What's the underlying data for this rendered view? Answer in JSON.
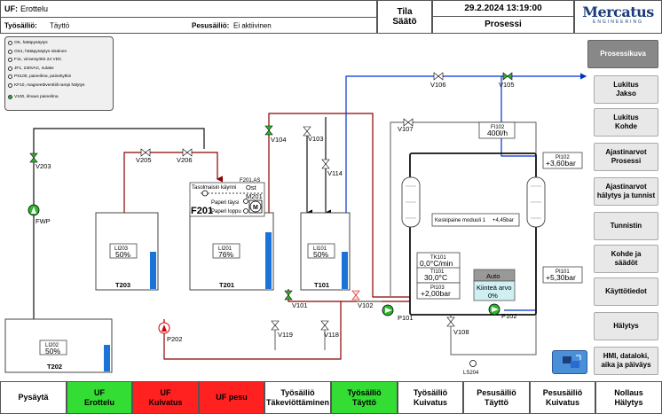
{
  "header": {
    "uf_prefix": "UF:",
    "uf_value": "Erottelu",
    "tyosailio_prefix": "Työsäiliö:",
    "tyosailio_value": "Täyttö",
    "pesusailio_prefix": "Pesusäiliö:",
    "pesusailio_value": "Ei aktiivinen",
    "tila_line1": "Tila",
    "tila_line2": "Säätö",
    "datetime": "29.2.2024 13:19:00",
    "view": "Prosessi",
    "logo_name": "Mercatus",
    "logo_sub": "ENGINEERING"
  },
  "legend": [
    {
      "text": "OK, hätäpysäytys",
      "color": "white"
    },
    {
      "text": "OS1, hätäpysäytys sisäinen",
      "color": "white"
    },
    {
      "text": "F11, virransyöttö 24 VDC",
      "color": "white"
    },
    {
      "text": "JF1, 230VAC, sulake",
      "color": "white"
    },
    {
      "text": "PS100, paineilma, painekytkin",
      "color": "white"
    },
    {
      "text": "KF10, magneettiventtiili rampi hälytys",
      "color": "white"
    },
    {
      "text": "V100, ilmaus paineilma",
      "color": "green"
    }
  ],
  "nav": [
    {
      "l1": "Prosessikuva",
      "l2": "",
      "active": true
    },
    {
      "l1": "Lukitus",
      "l2": "Jakso"
    },
    {
      "l1": "Lukitus",
      "l2": "Kohde"
    },
    {
      "l1": "Ajastinarvot",
      "l2": "Prosessi"
    },
    {
      "l1": "Ajastinarvot",
      "l2": "hälytys ja tunnist"
    },
    {
      "l1": "Tunnistin",
      "l2": ""
    },
    {
      "l1": "Kohde ja",
      "l2": "säädöt"
    },
    {
      "l1": "Käyttötiedot",
      "l2": ""
    },
    {
      "l1": "Hälytys",
      "l2": ""
    },
    {
      "l1": "HMI, dataloki,",
      "l2": "aika ja päiväys"
    }
  ],
  "bottom": [
    {
      "l1": "Pysäytä",
      "l2": "",
      "color": "white"
    },
    {
      "l1": "UF",
      "l2": "Erottelu",
      "color": "green"
    },
    {
      "l1": "UF",
      "l2": "Kuivatus",
      "color": "red"
    },
    {
      "l1": "UF pesu",
      "l2": "",
      "color": "red"
    },
    {
      "l1": "Työsäiliö",
      "l2": "Täkeviöttäminen",
      "color": "white"
    },
    {
      "l1": "Työsäiliö",
      "l2": "Täyttö",
      "color": "green"
    },
    {
      "l1": "Työsäiliö",
      "l2": "Kuivatus",
      "color": "white"
    },
    {
      "l1": "Pesusäiliö",
      "l2": "Täyttö",
      "color": "white"
    },
    {
      "l1": "Pesusäiliö",
      "l2": "Kuivatus",
      "color": "white"
    },
    {
      "l1": "Nollaus",
      "l2": "Hälytys",
      "color": "white"
    }
  ],
  "tanks": {
    "t203": {
      "name": "T203",
      "tag": "LI203",
      "value": "50%",
      "level": 0.5
    },
    "t201": {
      "name": "T201",
      "tag": "LI201",
      "value": "76%",
      "level": 0.76
    },
    "t101": {
      "name": "T101",
      "tag": "LI101",
      "value": "50%",
      "level": 0.5
    },
    "t202": {
      "name": "T202",
      "tag": "LI202",
      "value": "50%",
      "level": 0.5
    }
  },
  "valves": {
    "v203": "V203",
    "v205": "V205",
    "v206": "V206",
    "v104": "V104",
    "v103": "V103",
    "v114": "V114",
    "v106": "V106",
    "v105": "V105",
    "v107": "V107",
    "v101": "V101",
    "v102": "V102",
    "v119": "V119",
    "v118": "V118",
    "v108": "V108"
  },
  "pumps": {
    "fwp": "FWP",
    "p202": "P202",
    "p101": "P101",
    "p102": "P102"
  },
  "instruments": {
    "fi102_tag": "FI102",
    "fi102_val": "400l/h",
    "pi102_tag": "PI102",
    "pi102_val": "+3,60bar",
    "pi101_tag": "PI101",
    "pi101_val": "+5,30bar",
    "module_text": "Keskipaine moduuli 1",
    "module_val": "+4,45bar",
    "tk101_tag": "TK101",
    "tk101_val": "0,0°C/min",
    "ti101_tag": "TI101",
    "ti101_val": "30,0°C",
    "pi103_tag": "PI103",
    "pi103_val": "+2,00bar",
    "auto_label": "Auto",
    "kiintea_label": "Kiinteä arvo",
    "kiintea_val": "0%",
    "ls204": "LS204"
  },
  "f201": {
    "title": "Tasolmaisin käynni",
    "tag": "F201.AS",
    "state": "Ost",
    "motor": "M201",
    "paperi_taysi": "Paperi täysi",
    "paperi_loppu": "Paperi loppu",
    "big_label": "F201"
  }
}
